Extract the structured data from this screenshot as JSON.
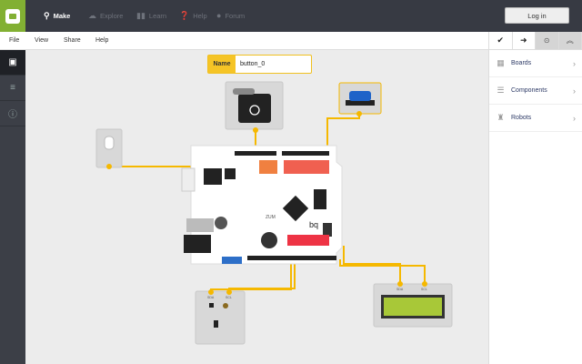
{
  "topbar": {
    "nav": [
      {
        "label": "Make",
        "icon": "hierarchy-icon"
      },
      {
        "label": "Explore",
        "icon": "cloud-icon"
      },
      {
        "label": "Learn",
        "icon": "book-icon"
      },
      {
        "label": "Help",
        "icon": "question-icon"
      },
      {
        "label": "Forum",
        "icon": "chat-bubble-icon"
      }
    ],
    "login_label": "Log in"
  },
  "menubar": {
    "items": [
      "File",
      "View",
      "Share",
      "Help"
    ]
  },
  "right_panel": {
    "tabs": [
      {
        "icon": "check-icon",
        "glyph": "✔"
      },
      {
        "icon": "arrow-right-icon",
        "glyph": "➜"
      },
      {
        "icon": "target-icon",
        "glyph": "⊙"
      },
      {
        "icon": "double-chevron-up-icon",
        "glyph": "︽"
      }
    ],
    "items": [
      {
        "label": "Boards",
        "icon": "board-icon"
      },
      {
        "label": "Components",
        "icon": "chip-icon"
      },
      {
        "label": "Robots",
        "icon": "robot-icon"
      }
    ]
  },
  "name_field": {
    "label": "Name",
    "value": "button_0"
  },
  "canvas": {
    "board_label": "ZUM",
    "board_brand": "bq",
    "sensor_pins": [
      "SDA",
      "SCL"
    ],
    "lcd_pins": [
      "SDA",
      "SCL"
    ]
  },
  "colors": {
    "accent": "#f5c426",
    "wire": "#f5b800",
    "topbar": "#373a43",
    "logo": "#82b033"
  }
}
